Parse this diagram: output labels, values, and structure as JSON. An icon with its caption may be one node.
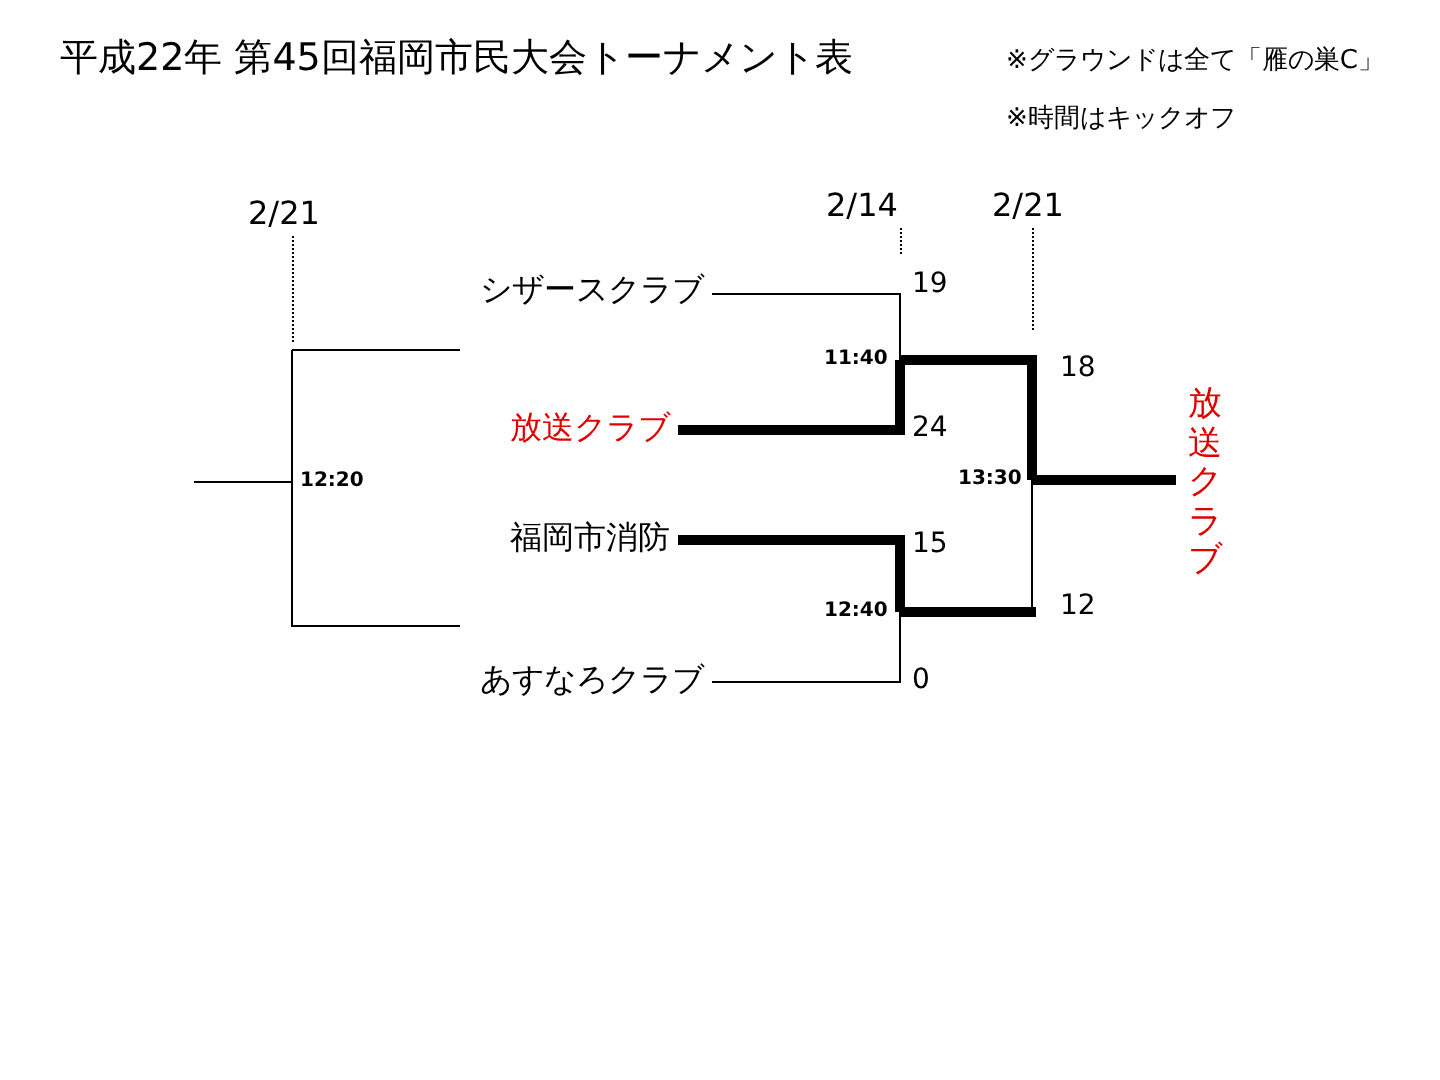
{
  "diagram": {
    "title": "平成22年 第45回福岡市民大会トーナメント表",
    "nodes": [
      {
        "text": [
          "シザースクラブ"
        ]
      },
      {
        "text": [
          "放送クラブ"
        ]
      },
      {
        "text": [
          "福岡市消防"
        ]
      },
      {
        "text": [
          "あすなろクラブ"
        ]
      },
      {
        "text": [
          "放送クラブ"
        ]
      },
      {
        "text": [
          "11:40"
        ]
      },
      {
        "text": [
          "12:40"
        ]
      },
      {
        "text": [
          "13:30"
        ]
      },
      {
        "text": [
          "2/21"
        ]
      },
      {
        "text": [
          "2/14"
        ]
      },
      {
        "text": [
          "2/21"
        ]
      }
    ],
    "edges": [
      {
        "from": 0,
        "to": 5,
        "arrow": "none"
      },
      {
        "from": 1,
        "to": 5,
        "arrow": "none",
        "style": "thick"
      },
      {
        "from": 2,
        "to": 6,
        "arrow": "none",
        "style": "thick"
      },
      {
        "from": 3,
        "to": 6,
        "arrow": "none"
      },
      {
        "from": 5,
        "to": 7,
        "arrow": "none",
        "style": "thick"
      },
      {
        "from": 6,
        "to": 7,
        "arrow": "none"
      },
      {
        "from": 7,
        "to": 4,
        "arrow": "none",
        "style": "thick"
      },
      {
        "from": 8,
        "to": null,
        "arrow": "none",
        "style": "dashed"
      },
      {
        "from": 9,
        "to": null,
        "arrow": "none",
        "style": "dashed"
      },
      {
        "from": 10,
        "to": null,
        "arrow": "none",
        "style": "dashed"
      }
    ],
    "labels": [
      "※グラウンドは全て「雁の巣C」",
      "※時間はキックオフ",
      "19",
      "18",
      "24",
      "12:20",
      "15",
      "12",
      "0"
    ]
  }
}
